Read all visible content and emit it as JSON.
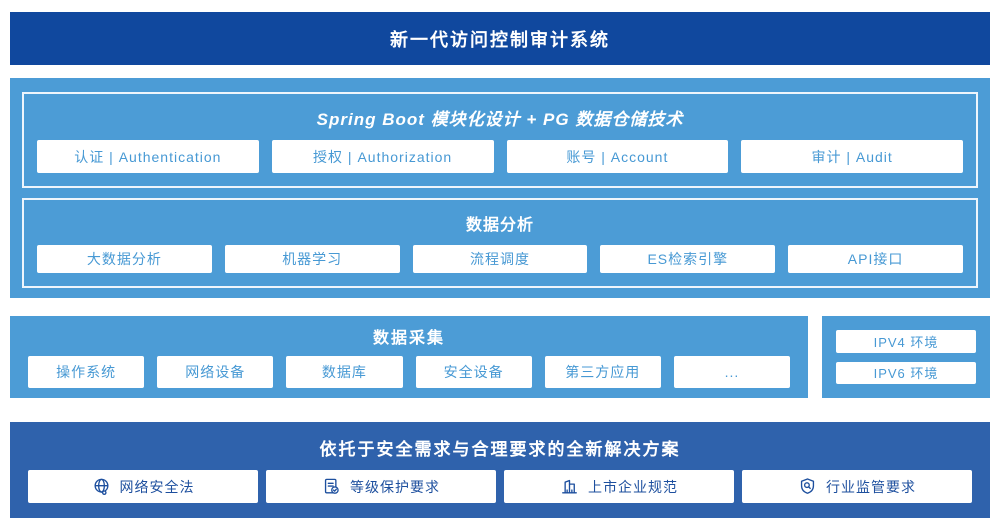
{
  "banner": {
    "title": "新一代访问控制审计系统"
  },
  "platform": {
    "spring": {
      "title": "Spring Boot 模块化设计 + PG 数据仓储技术",
      "items": [
        "认证 | Authentication",
        "授权 | Authorization",
        "账号 | Account",
        "审计 | Audit"
      ]
    },
    "analysis": {
      "title": "数据分析",
      "items": [
        "大数据分析",
        "机器学习",
        "流程调度",
        "ES检索引擎",
        "API接口"
      ]
    }
  },
  "collection": {
    "title": "数据采集",
    "items": [
      "操作系统",
      "网络设备",
      "数据库",
      "安全设备",
      "第三方应用",
      "..."
    ]
  },
  "environment": {
    "items": [
      "IPV4 环境",
      "IPV6 环境"
    ]
  },
  "solution": {
    "title": "依托于安全需求与合理要求的全新解决方案",
    "items": [
      {
        "icon": "globe-icon",
        "label": "网络安全法"
      },
      {
        "icon": "document-check-icon",
        "label": "等级保护要求"
      },
      {
        "icon": "building-icon",
        "label": "上市企业规范"
      },
      {
        "icon": "shield-magnifier-icon",
        "label": "行业监管要求"
      }
    ]
  },
  "colors": {
    "banner_blue": "#10489E",
    "solution_blue": "#2F62AC",
    "section_blue": "#4C9CD6",
    "chip_text_light": "#4799D4",
    "chip_text_dark": "#1D4F9E",
    "frame_border": "#EEF5FC"
  }
}
